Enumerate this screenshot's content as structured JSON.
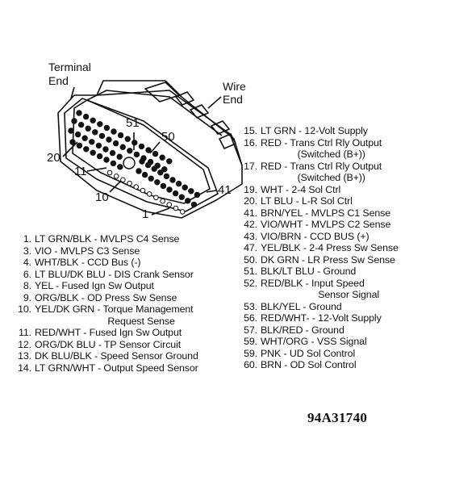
{
  "diagram": {
    "callouts": {
      "terminal_end": [
        "Terminal",
        "End"
      ],
      "wire_end": [
        "Wire",
        "End"
      ],
      "pin_51": "51",
      "pin_50": "50",
      "pin_20": "20",
      "pin_11": "11",
      "pin_10": "10",
      "pin_41": "41",
      "pin_1": "1"
    },
    "figure_id": "94A31740"
  },
  "left_pins": [
    {
      "no": "1.",
      "text": "LT GRN/BLK  -  MVLPS C4 Sense",
      "cont": ""
    },
    {
      "no": "3.",
      "text": "VIO  -  MVLPS C3 Sense",
      "cont": ""
    },
    {
      "no": "4.",
      "text": "WHT/BLK  -  CCD Bus (-)",
      "cont": ""
    },
    {
      "no": "6.",
      "text": "LT BLU/DK BLU  -  DIS Crank Sensor",
      "cont": ""
    },
    {
      "no": "8.",
      "text": "YEL  -  Fused Ign Sw Output",
      "cont": ""
    },
    {
      "no": "9.",
      "text": "ORG/BLK  -  OD Press Sw Sense",
      "cont": ""
    },
    {
      "no": "10.",
      "text": "YEL/DK GRN  -  Torque Management",
      "cont": "Request Sense"
    },
    {
      "no": "11.",
      "text": "RED/WHT  -  Fused Ign Sw Output",
      "cont": ""
    },
    {
      "no": "12.",
      "text": "ORG/DK BLU  -  TP Sensor Circuit",
      "cont": ""
    },
    {
      "no": "13.",
      "text": "DK BLU/BLK  -  Speed Sensor Ground",
      "cont": ""
    },
    {
      "no": "14.",
      "text": "LT GRN/WHT  -  Output Speed Sensor",
      "cont": ""
    }
  ],
  "right_pins": [
    {
      "no": "15.",
      "text": "LT GRN  -  12-Volt Supply",
      "cont": ""
    },
    {
      "no": "16.",
      "text": "RED  -  Trans Ctrl Rly Output",
      "cont": "(Switched (B+))"
    },
    {
      "no": "17.",
      "text": "RED  -  Trans Ctrl Rly Output",
      "cont": "(Switched (B+))"
    },
    {
      "no": "19.",
      "text": "WHT  -  2-4 Sol Ctrl",
      "cont": ""
    },
    {
      "no": "20.",
      "text": "LT BLU  -  L-R Sol Ctrl",
      "cont": ""
    },
    {
      "no": "41.",
      "text": "BRN/YEL  -  MVLPS C1 Sense",
      "cont": ""
    },
    {
      "no": "42.",
      "text": "VIO/WHT  -  MVLPS C2 Sense",
      "cont": ""
    },
    {
      "no": "43.",
      "text": "VIO/BRN  -  CCD BUS (+)",
      "cont": ""
    },
    {
      "no": "47.",
      "text": "YEL/BLK  -  2-4 Press Sw Sense",
      "cont": ""
    },
    {
      "no": "50.",
      "text": "DK GRN  -  LR Press Sw Sense",
      "cont": ""
    },
    {
      "no": "51.",
      "text": "BLK/LT BLU  -  Ground",
      "cont": ""
    },
    {
      "no": "52.",
      "text": "RED/BLK  -  Input Speed",
      "cont": "Sensor Signal"
    },
    {
      "no": "53.",
      "text": "BLK/YEL  -  Ground",
      "cont": ""
    },
    {
      "no": "56.",
      "text": "RED/WHT-  -  12-Volt Supply",
      "cont": ""
    },
    {
      "no": "57.",
      "text": "BLK/RED  -  Ground",
      "cont": ""
    },
    {
      "no": "59.",
      "text": "WHT/ORG  -  VSS Signal",
      "cont": ""
    },
    {
      "no": "59.",
      "text": "PNK  -  UD Sol Control",
      "cont": ""
    },
    {
      "no": "60.",
      "text": "BRN  -  OD Sol Control",
      "cont": ""
    }
  ]
}
